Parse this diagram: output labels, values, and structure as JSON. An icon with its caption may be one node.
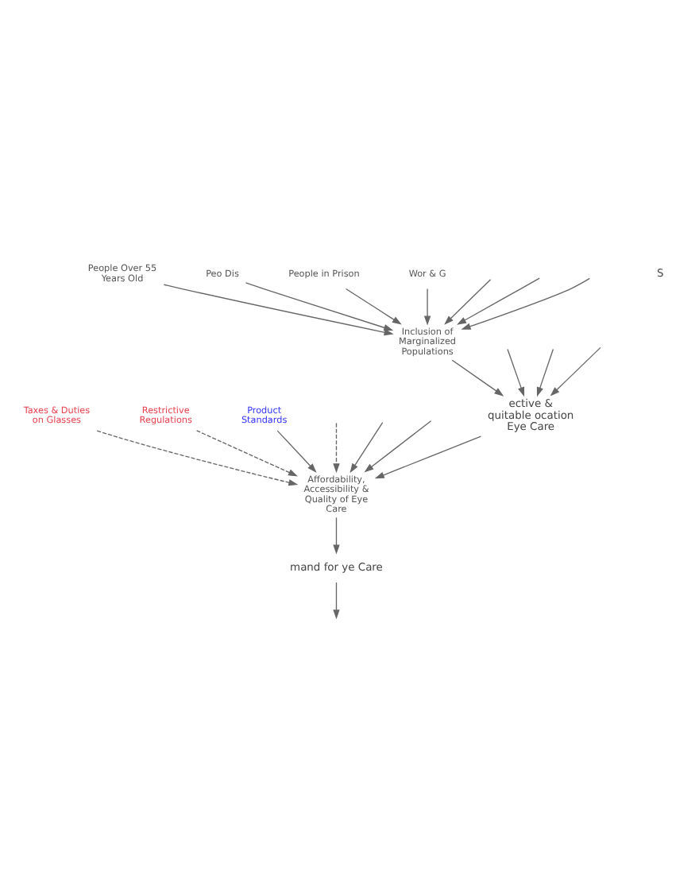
{
  "diagram": {
    "nodes": [
      {
        "text": [
          "ective & quitable ocation Eye Care"
        ]
      },
      {
        "text": [
          "People Over 55 Years Old"
        ]
      },
      {
        "text": [
          "Peo Dis"
        ]
      },
      {
        "text": [
          "Inclusion of Marginalized Populations"
        ]
      },
      {
        "text": [
          "People in Prison"
        ]
      },
      {
        "text": [
          "Wor & G"
        ]
      },
      {
        "text": [
          "Affordability, Accessibility & Quality of Eye Care"
        ]
      },
      {
        "text": [
          "Taxes & Duties on Glasses"
        ]
      },
      {
        "text": [
          "Restrictive Regulations"
        ]
      },
      {
        "text": [
          "Product Standards"
        ]
      },
      {
        "text": [
          "mand for ye Care"
        ]
      },
      {
        "text": [
          "S"
        ]
      }
    ],
    "edges": [
      {
        "from": null,
        "to": 0,
        "arrow": "to"
      },
      {
        "from": null,
        "to": 0,
        "arrow": "to"
      },
      {
        "from": null,
        "to": 0,
        "arrow": "to"
      },
      {
        "from": 3,
        "to": 0,
        "arrow": "to"
      },
      {
        "from": 1,
        "to": 3,
        "arrow": "to"
      },
      {
        "from": 2,
        "to": 3,
        "arrow": "to"
      },
      {
        "from": null,
        "to": 3,
        "arrow": "to"
      },
      {
        "from": null,
        "to": 3,
        "arrow": "to"
      },
      {
        "from": null,
        "to": 3,
        "arrow": "to"
      },
      {
        "from": 4,
        "to": 3,
        "arrow": "to"
      },
      {
        "from": 5,
        "to": 3,
        "arrow": "to"
      },
      {
        "from": 0,
        "to": 6,
        "arrow": "to"
      },
      {
        "from": null,
        "to": 6,
        "arrow": "to"
      },
      {
        "from": null,
        "to": 6,
        "arrow": "to"
      },
      {
        "from": 7,
        "to": 6,
        "arrow": "to",
        "style": "dashed"
      },
      {
        "from": 8,
        "to": 6,
        "arrow": "to",
        "style": "dashed"
      },
      {
        "from": 9,
        "to": 6,
        "arrow": "to"
      },
      {
        "from": null,
        "to": 6,
        "arrow": "to",
        "style": "dashed"
      },
      {
        "from": 6,
        "to": 10,
        "arrow": "to"
      },
      {
        "from": 10,
        "to": null,
        "arrow": "to"
      }
    ]
  }
}
